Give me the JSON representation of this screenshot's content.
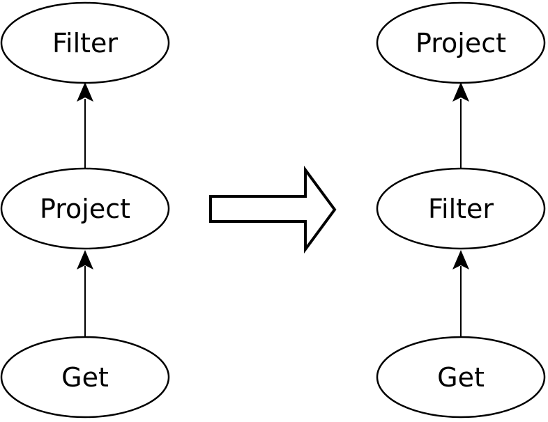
{
  "diagram": {
    "background_color": "#ffffff",
    "line_color": "#000000",
    "node_fill_color": "#ffffff",
    "text_color": "#000000",
    "left_tree": {
      "nodes": [
        {
          "label": "Filter"
        },
        {
          "label": "Project"
        },
        {
          "label": "Get"
        }
      ],
      "edges": [
        {
          "from": "Get",
          "to": "Project",
          "arrow_direction": "up"
        },
        {
          "from": "Project",
          "to": "Filter",
          "arrow_direction": "up"
        }
      ]
    },
    "right_tree": {
      "nodes": [
        {
          "label": "Project"
        },
        {
          "label": "Filter"
        },
        {
          "label": "Get"
        }
      ],
      "edges": [
        {
          "from": "Get",
          "to": "Filter",
          "arrow_direction": "up"
        },
        {
          "from": "Filter",
          "to": "Project",
          "arrow_direction": "up"
        }
      ]
    },
    "transform_arrow": {
      "direction": "right"
    }
  }
}
